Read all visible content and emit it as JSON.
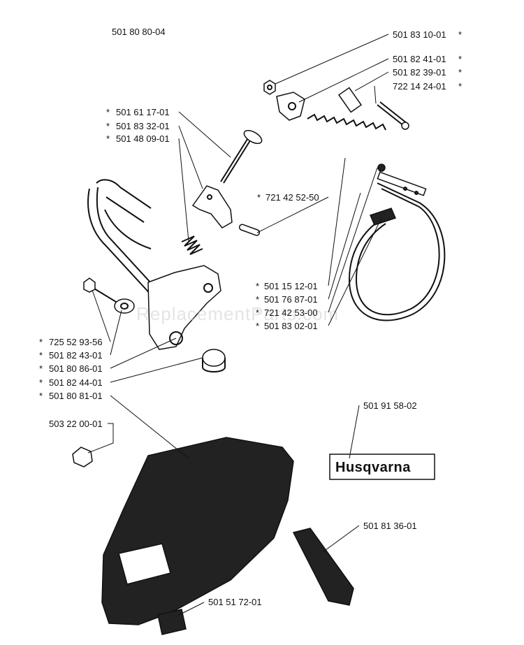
{
  "diagram": {
    "assembly_number": "501 80 80-04",
    "watermark": "ReplacementParts.com",
    "logo_text": "Husqvarna",
    "parts": [
      {
        "id": "p1",
        "number": "501 83 10-01",
        "marker": "*"
      },
      {
        "id": "p2",
        "number": "501 82 41-01",
        "marker": "*"
      },
      {
        "id": "p3",
        "number": "501 82 39-01",
        "marker": "*"
      },
      {
        "id": "p4",
        "number": "722 14 24-01",
        "marker": "*"
      },
      {
        "id": "p5",
        "number": "501 61 17-01",
        "marker": "*"
      },
      {
        "id": "p6",
        "number": "501 83 32-01",
        "marker": "*"
      },
      {
        "id": "p7",
        "number": "501 48 09-01",
        "marker": "*"
      },
      {
        "id": "p8",
        "number": "721 42 52-50",
        "marker": "*"
      },
      {
        "id": "p9",
        "number": "501 15 12-01",
        "marker": "*"
      },
      {
        "id": "p10",
        "number": "501 76 87-01",
        "marker": "*"
      },
      {
        "id": "p11",
        "number": "721 42 53-00",
        "marker": "*"
      },
      {
        "id": "p12",
        "number": "501 83 02-01",
        "marker": "*"
      },
      {
        "id": "p13",
        "number": "725 52 93-56",
        "marker": "*"
      },
      {
        "id": "p14",
        "number": "501 82 43-01",
        "marker": "*"
      },
      {
        "id": "p15",
        "number": "501 80 86-01",
        "marker": "*"
      },
      {
        "id": "p16",
        "number": "501 82 44-01",
        "marker": "*"
      },
      {
        "id": "p17",
        "number": "501 80 81-01",
        "marker": "*"
      },
      {
        "id": "p18",
        "number": "503 22 00-01",
        "marker": ""
      },
      {
        "id": "p19",
        "number": "501 91 58-02",
        "marker": ""
      },
      {
        "id": "p20",
        "number": "501 81 36-01",
        "marker": ""
      },
      {
        "id": "p21",
        "number": "501 51 72-01",
        "marker": ""
      }
    ]
  }
}
